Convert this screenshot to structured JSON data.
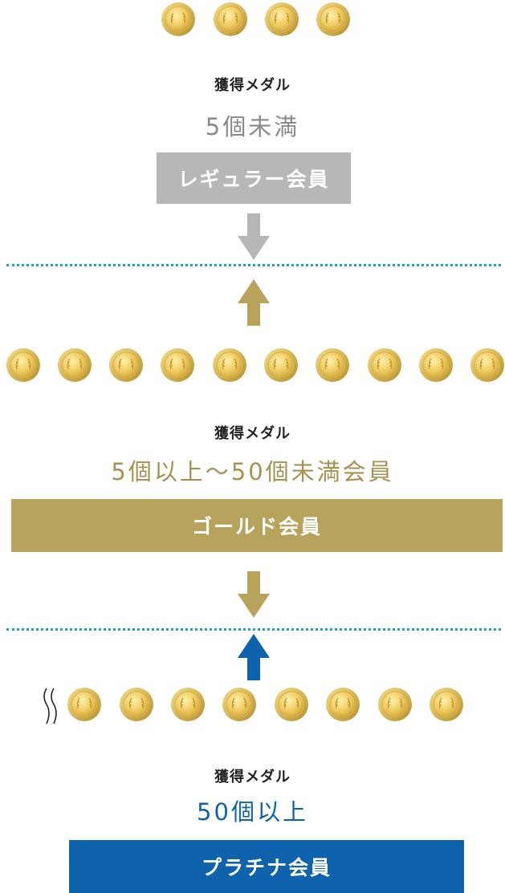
{
  "colors": {
    "regular": "#b7b7b7",
    "gold": "#b8a35c",
    "platinum": "#0f63ad",
    "divider": "#1aa3c4",
    "label": "#222222",
    "medal_rim": "#c9a43a",
    "medal_face": "#f3d374"
  },
  "icons": {
    "medal": "gold-medal-icon",
    "arrow_down": "arrow-down-icon",
    "arrow_up": "arrow-up-icon",
    "continuation": "wavy-lines-icon"
  },
  "tiers": [
    {
      "medal_count_shown": 4,
      "earned_label": "獲得メダル",
      "requirement": "5個未満",
      "name": "レギュラー会員"
    },
    {
      "medal_count_shown": 10,
      "earned_label": "獲得メダル",
      "requirement": "5個以上～50個未満会員",
      "name": "ゴールド会員"
    },
    {
      "medal_count_shown": 8,
      "earned_label": "獲得メダル",
      "requirement": "50個以上",
      "name": "プラチナ会員"
    }
  ]
}
